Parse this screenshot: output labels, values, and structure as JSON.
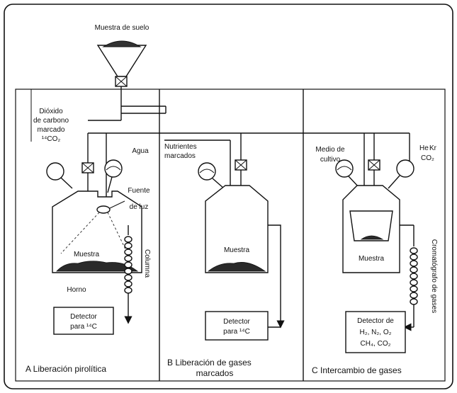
{
  "top": {
    "sample_label": "Muestra de suelo"
  },
  "panel_a": {
    "caption": "A  Liberación pirolítica",
    "co2_label": [
      "Dióxido",
      "de carbono",
      "marcado",
      "¹⁴CO₂"
    ],
    "water_label": "Agua",
    "light_label": [
      "Fuente",
      "de luz"
    ],
    "sample_label": "Muestra",
    "oven_label": "Horno",
    "column_label": "Columna",
    "detector_label": [
      "Detector",
      "para ¹⁴C"
    ]
  },
  "panel_b": {
    "caption": [
      "B  Liberación de gases",
      "marcados"
    ],
    "nutrients_label": [
      "Nutrientes",
      "marcados"
    ],
    "sample_label": "Muestra",
    "detector_label": [
      "Detector",
      "para ¹⁴C"
    ]
  },
  "panel_c": {
    "caption": "C  Intercambio de gases",
    "medium_label": [
      "Medio de",
      "cultivo"
    ],
    "he_label": [
      "He",
      "Kr",
      "CO₂"
    ],
    "sample_label": "Muestra",
    "chromatograph_label": "Cromatógrafo de gases",
    "detector_label": [
      "Detector de",
      "H₂, N₂, O₂",
      "CH₄, CO₂"
    ]
  },
  "colors": {
    "ink": "#111111",
    "paper": "#ffffff",
    "frame": "#111111"
  }
}
